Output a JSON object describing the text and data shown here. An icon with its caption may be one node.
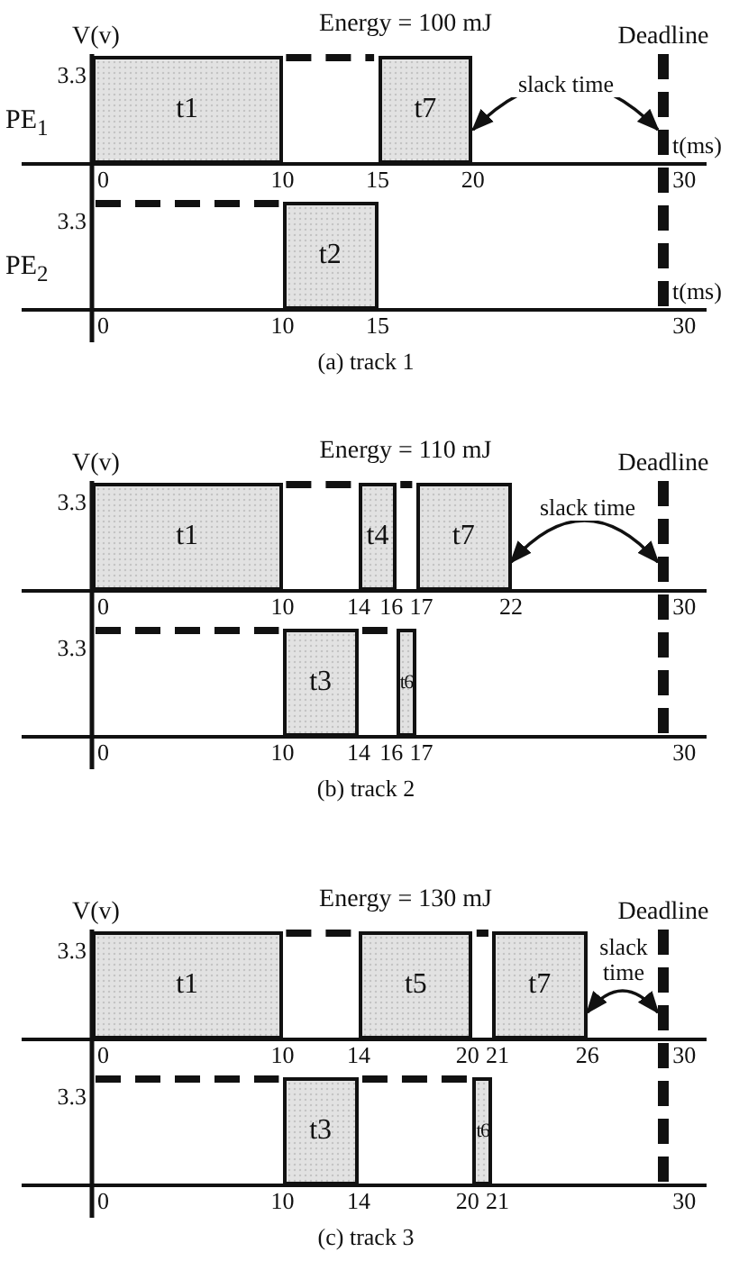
{
  "diagram": {
    "nodes": [
      {
        "text": [
          "t1"
        ]
      },
      {
        "text": [
          "t7"
        ]
      },
      {
        "text": [],
        "shape": "bar",
        "beside": [
          "Deadline"
        ]
      },
      {
        "text": [
          "t2"
        ]
      },
      {
        "text": [
          "t1"
        ]
      },
      {
        "text": [
          "t4"
        ]
      },
      {
        "text": [
          "t7"
        ]
      },
      {
        "text": [],
        "shape": "bar",
        "beside": [
          "Deadline"
        ]
      },
      {
        "text": [
          "t3"
        ]
      },
      {
        "text": [
          "t6"
        ]
      },
      {
        "text": [
          "t1"
        ]
      },
      {
        "text": [
          "t5"
        ]
      },
      {
        "text": [
          "t7"
        ]
      },
      {
        "text": [],
        "shape": "bar",
        "beside": [
          "Deadline"
        ]
      },
      {
        "text": [
          "t3"
        ]
      },
      {
        "text": [
          "t6"
        ]
      }
    ],
    "edges": [
      {
        "from": 1,
        "to": 2,
        "arrow": "both",
        "label": "slack time"
      },
      {
        "from": 6,
        "to": 7,
        "arrow": "both",
        "label": "slack time"
      },
      {
        "from": 12,
        "to": 13,
        "arrow": "both",
        "label": "slack time"
      }
    ],
    "labels": [
      "Energy = 100 mJ",
      "V(v)",
      "3.3",
      "PE$_{1}$",
      "t(ms)",
      "0",
      "10",
      "15",
      "20",
      "30",
      "3.3",
      "PE$_{2}$",
      "t(ms)",
      "0",
      "10",
      "15",
      "30",
      "(a) track 1",
      "Energy = 110 mJ",
      "V(v)",
      "3.3",
      "0",
      "10",
      "14",
      "16",
      "17",
      "22",
      "30",
      "3.3",
      "0",
      "10",
      "14",
      "16",
      "17",
      "30",
      "(b) track 2",
      "Energy = 130 mJ",
      "V(v)",
      "3.3",
      "0",
      "10",
      "14",
      "20",
      "21",
      "26",
      "30",
      "3.3",
      "0",
      "10",
      "14",
      "20",
      "21",
      "30",
      "(c) track 3"
    ]
  }
}
